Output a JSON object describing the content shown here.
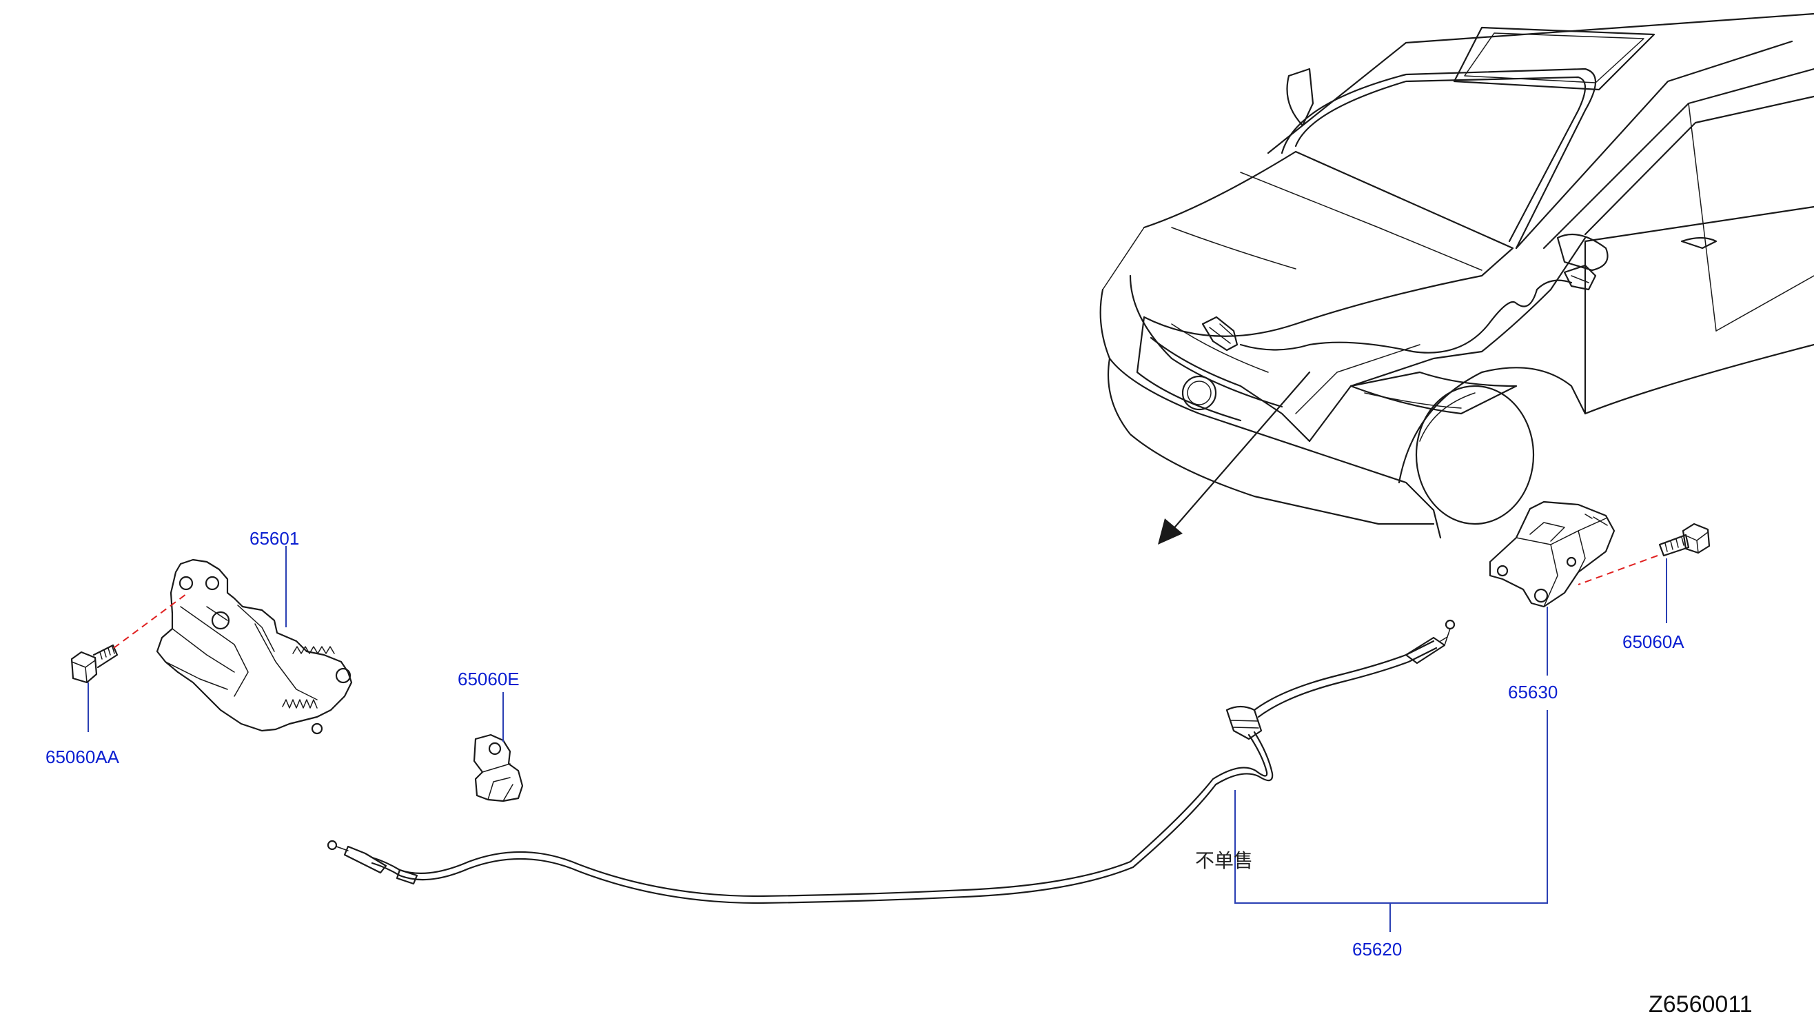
{
  "diagram": {
    "document_id": "Z6560011",
    "note_not_sold_separately": "不单售",
    "colors": {
      "part_number_text": "#0b1fd1",
      "leader_line": "#2a3fb3",
      "fastener_axis_dash": "#e02020",
      "line_art": "#1a1a1a"
    },
    "parts": [
      {
        "part_number": "65601",
        "item": "hood-lock-assembly"
      },
      {
        "part_number": "65060AA",
        "item": "hood-lock-bolt"
      },
      {
        "part_number": "65060E",
        "item": "cable-clip"
      },
      {
        "part_number": "65060A",
        "item": "release-handle-bolt"
      },
      {
        "part_number": "65630",
        "item": "hood-release-handle"
      },
      {
        "part_number": "65620",
        "item": "hood-release-cable-set"
      }
    ]
  }
}
